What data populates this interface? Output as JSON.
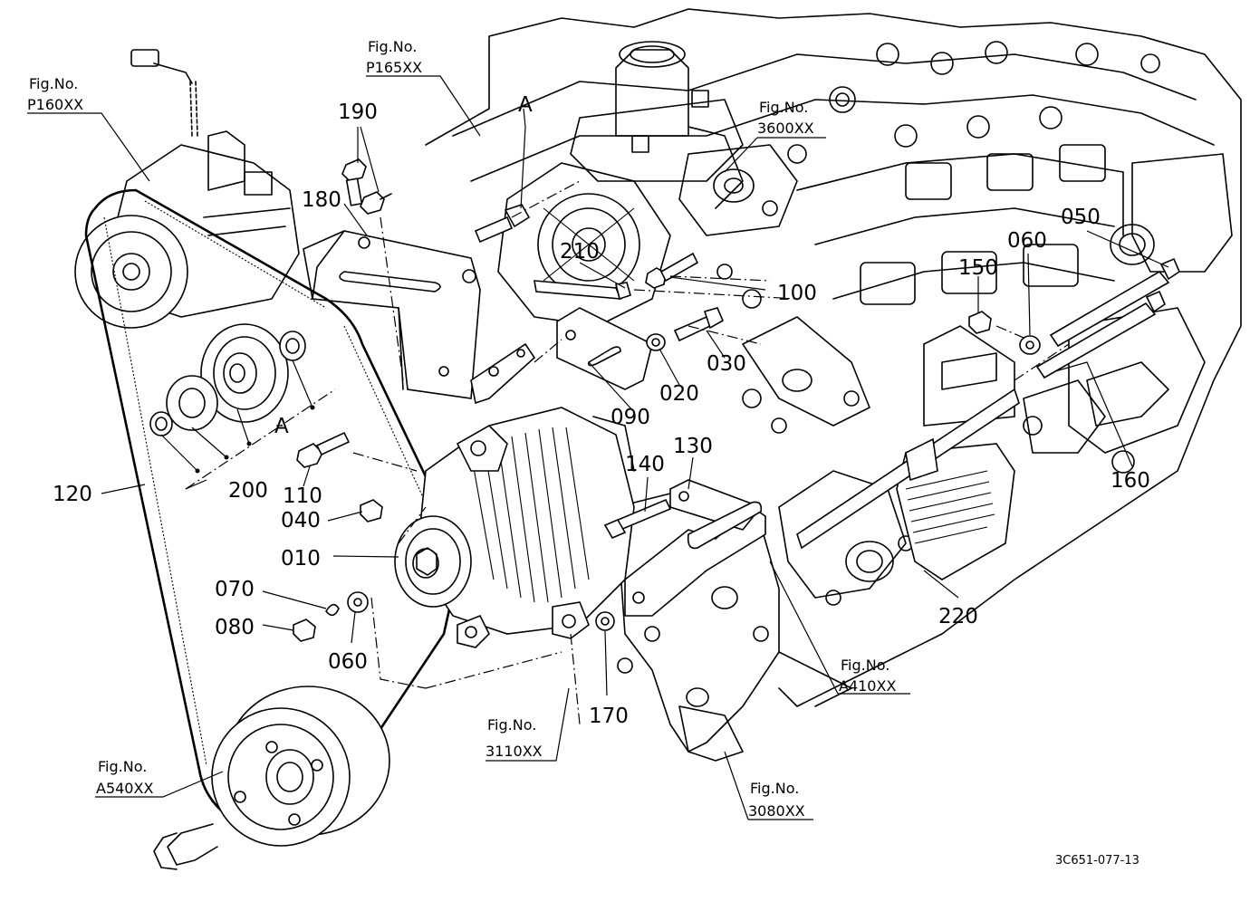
{
  "diagram": {
    "part_labels": {
      "p190": "190",
      "p180": "180",
      "p210": "210",
      "p100": "100",
      "p030": "030",
      "p020": "020",
      "p090": "090",
      "p150": "150",
      "p060a": "060",
      "p050": "050",
      "p160": "160",
      "p130": "130",
      "p140": "140",
      "p120": "120",
      "p200": "200",
      "p110": "110",
      "p040": "040",
      "p010": "010",
      "p070": "070",
      "p080": "080",
      "p060b": "060",
      "p170": "170",
      "p220": "220",
      "markA1": "A",
      "markA2": "A"
    },
    "fig_refs": {
      "p160xx": {
        "line1": "Fig.No.",
        "line2": "P160XX"
      },
      "p165xx": {
        "line1": "Fig.No.",
        "line2": "P165XX"
      },
      "f3600xx": {
        "line1": "Fig.No.",
        "line2": "3600XX"
      },
      "a410xx": {
        "line1": "Fig.No.",
        "line2": "A410XX"
      },
      "f3110xx": {
        "line1": "Fig.No.",
        "line2": "3110XX"
      },
      "f3080xx": {
        "line1": "Fig.No.",
        "line2": "3080XX"
      },
      "a540xx": {
        "line1": "Fig.No.",
        "line2": "A540XX"
      }
    },
    "drawing_code": "3C651-077-13"
  }
}
